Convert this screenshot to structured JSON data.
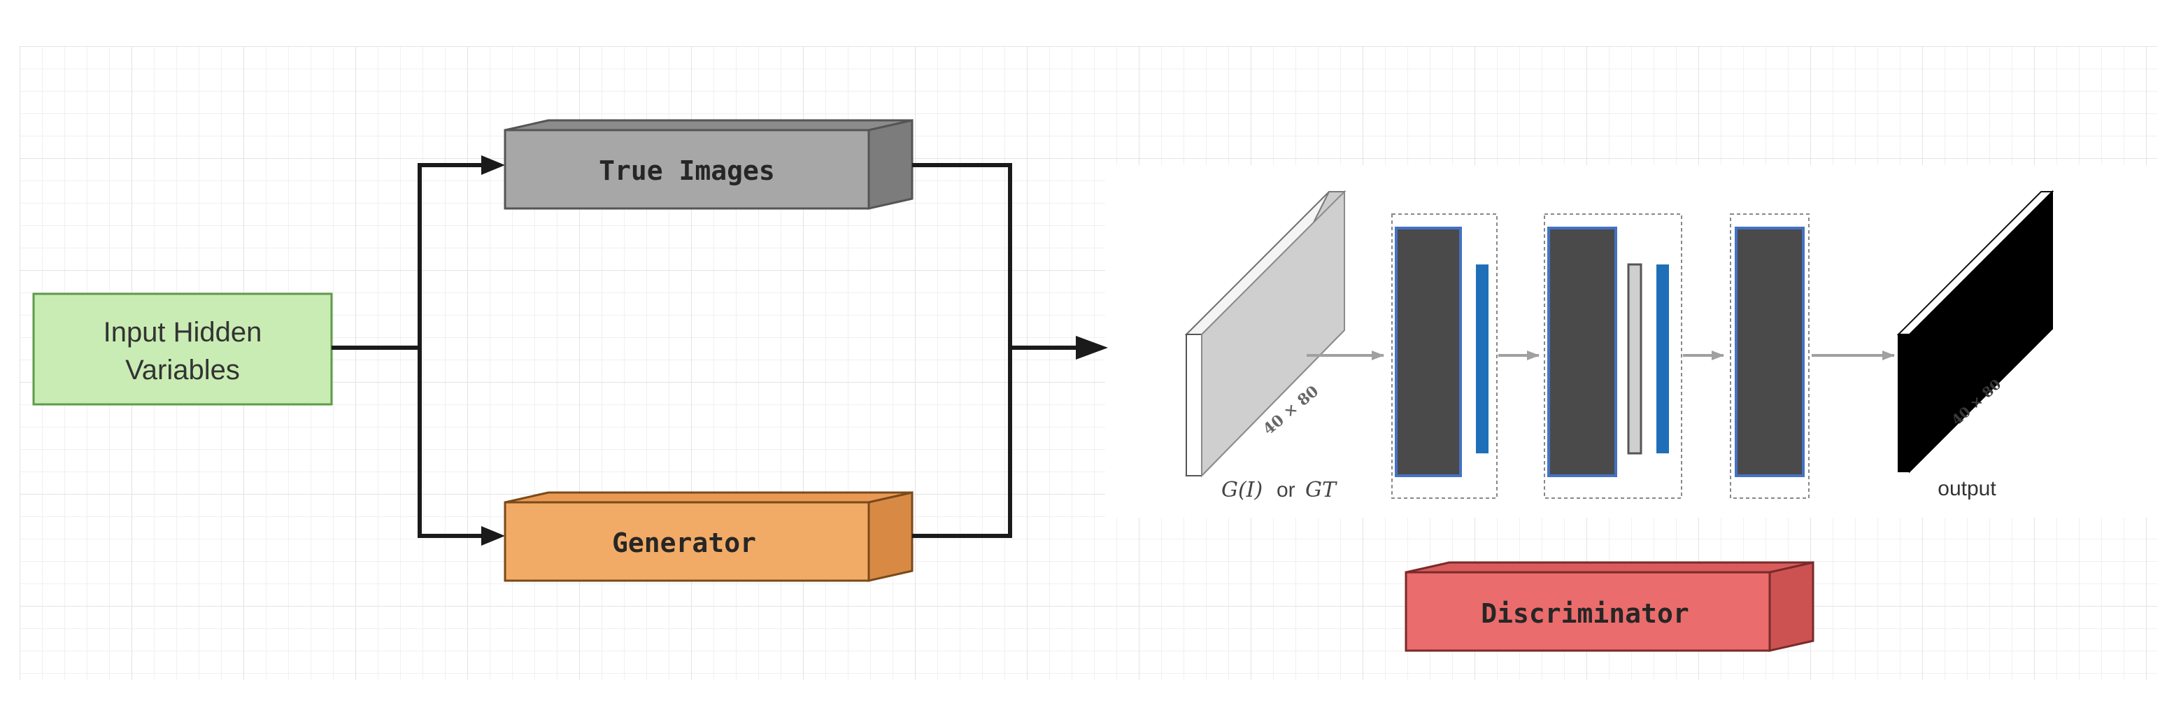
{
  "nodes": {
    "input": "Input Hidden Variables",
    "input_line1": "Input Hidden",
    "input_line2": "Variables",
    "true_images": "True Images",
    "generator": "Generator",
    "discriminator": "Discriminator"
  },
  "discriminator_net": {
    "input_label_g": "G(I)",
    "input_label_or": "or",
    "input_label_gt": "GT",
    "input_dims": "40 × 80",
    "output_label": "output",
    "output_dims": "40 × 80"
  },
  "colors": {
    "input_fill": "#c9ecb4",
    "input_border": "#5d9b4a",
    "true_images_fill": "#a7a7a7",
    "generator_fill": "#f2ab66",
    "discriminator_fill": "#eb6c6c",
    "feature_map": "#4a4a4a",
    "feature_border": "#4472c4",
    "bar_blue": "#1f6fb8"
  },
  "icons": [
    "arrow-right-icon"
  ]
}
